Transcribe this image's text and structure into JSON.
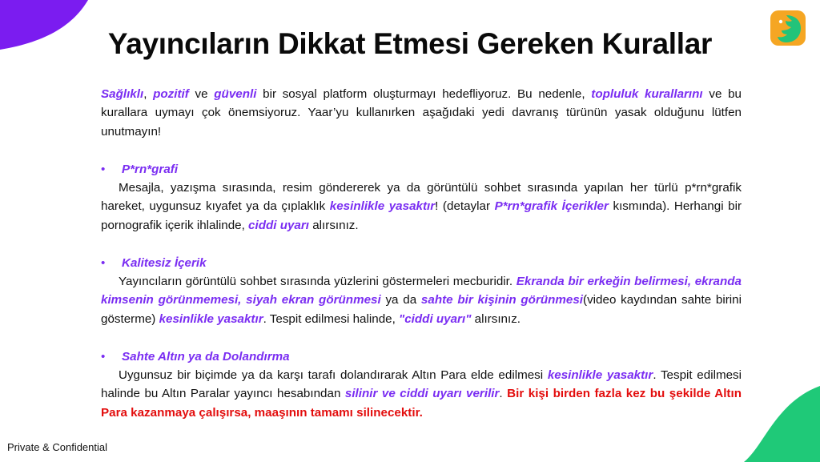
{
  "title": "Yayıncıların Dikkat Etmesi Gereken Kurallar",
  "intro": {
    "t1": "Sağlıklı",
    "t2": ", ",
    "t3": "pozitif",
    "t4": " ve ",
    "t5": "güvenli",
    "t6": " bir sosyal platform oluşturmayı hedefliyoruz. Bu nedenle, ",
    "t7": "topluluk kurallarını",
    "t8": " ve bu kurallara uymayı çok önemsiyoruz. Yaar’yu kullanırken aşağıdaki yedi davranış türünün yasak olduğunu lütfen unutmayın!"
  },
  "sections": [
    {
      "bullet": "•",
      "heading": "P*rn*grafi",
      "b1": "Mesajla, yazışma sırasında, resim göndererek ya da görüntülü sohbet sırasında yapılan her türlü p*rn*grafik hareket, uygunsuz kıyafet ya da çıplaklık ",
      "b2": "kesinlikle yasaktır",
      "b3": "! (detaylar ",
      "b4": "P*rn*grafik İçerikler",
      "b5": " kısmında). Herhangi bir pornografik içerik ihlalinde, ",
      "b6": "ciddi uyarı",
      "b7": " alırsınız."
    },
    {
      "bullet": "•",
      "heading": "Kalitesiz İçerik",
      "b1": "Yayıncıların görüntülü sohbet sırasında yüzlerini göstermeleri mecburidir. ",
      "b2": "Ekranda bir erkeğin belirmesi, ekranda kimsenin görünmemesi, siyah ekran görünmesi",
      "b3": " ya da ",
      "b4": "sahte bir kişinin görünmesi",
      "b5": "(video kaydından sahte birini gösterme) ",
      "b6": "kesinlikle yasaktır",
      "b7": ". Tespit edilmesi halinde, ",
      "b8": "\"ciddi uyarı\"",
      "b9": " alırsınız."
    },
    {
      "bullet": "•",
      "heading": "Sahte Altın ya da Dolandırma",
      "b1": "Uygunsuz bir biçimde ya da karşı tarafı dolandırarak Altın Para elde edilmesi ",
      "b2": "kesinlikle yasaktır",
      "b3": ". Tespit edilmesi halinde bu Altın Paralar yayıncı hesabından ",
      "b4": "silinir ve ciddi uyarı verilir",
      "b5": ". ",
      "b6": "Bir kişi birden fazla kez bu şekilde Altın Para kazanmaya çalışırsa, maaşının tamamı silinecektir."
    }
  ],
  "footer": "Private & Confidential",
  "colors": {
    "accent_purple": "#7a2df2",
    "warning_red": "#e30d0d",
    "corner_purple": "#7b1cf0",
    "corner_green": "#1fc978",
    "logo_orange": "#f5a623",
    "logo_green": "#22c37a"
  },
  "icons": {
    "logo": "yaar-logo-icon"
  }
}
